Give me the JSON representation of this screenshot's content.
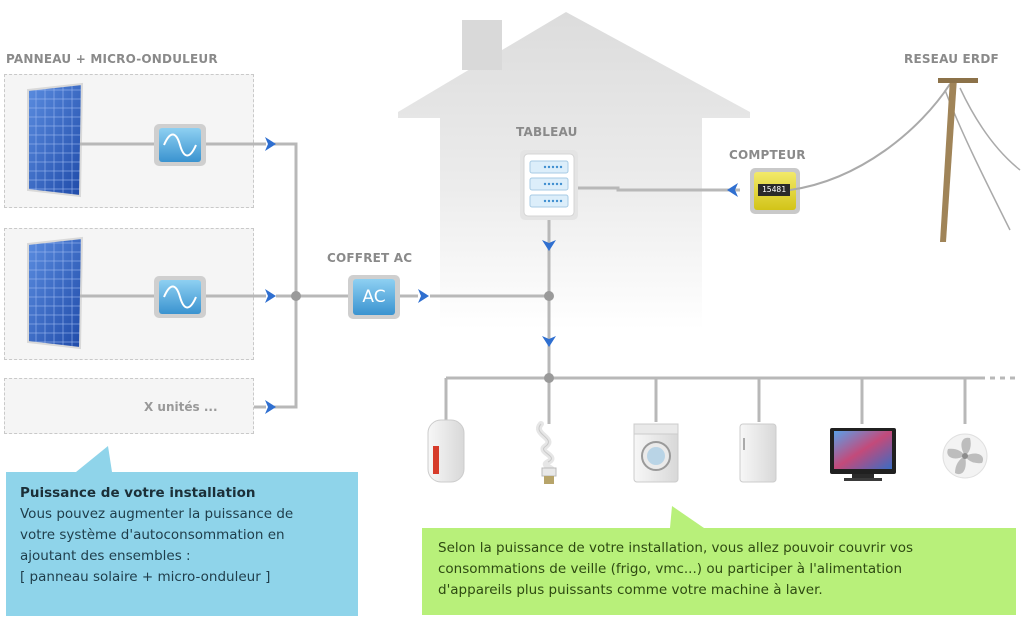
{
  "labels": {
    "panel": "PANNEAU + MICRO-ONDULEUR",
    "network": "RESEAU ERDF",
    "board": "TABLEAU",
    "meter": "COMPTEUR",
    "coffret": "COFFRET AC",
    "x_units": "X unités ...",
    "ac_box": "AC",
    "meter_display": "15481"
  },
  "callout_installation": {
    "title": "Puissance de votre installation",
    "lines": [
      "Vous pouvez augmenter la puissance de",
      "votre système d'autoconsommation en",
      "ajoutant des ensembles :",
      "[ panneau solaire + micro-onduleur ]"
    ]
  },
  "callout_consumption": {
    "lines": [
      "Selon la puissance de votre installation, vous allez pouvoir couvrir vos",
      "consommations de veille (frigo, vmc...) ou participer à l'alimentation",
      "d'appareils plus puissants comme votre machine à laver."
    ]
  },
  "appliances": [
    "water-heater",
    "light-bulb",
    "washing-machine",
    "fridge",
    "television",
    "fan"
  ],
  "colors": {
    "arrow": "#2f6fd0",
    "wire": "#b8b8b8",
    "callout_blue": "#8fd4ea",
    "callout_green": "#b8f07a",
    "panel": "#2f5fc0"
  }
}
